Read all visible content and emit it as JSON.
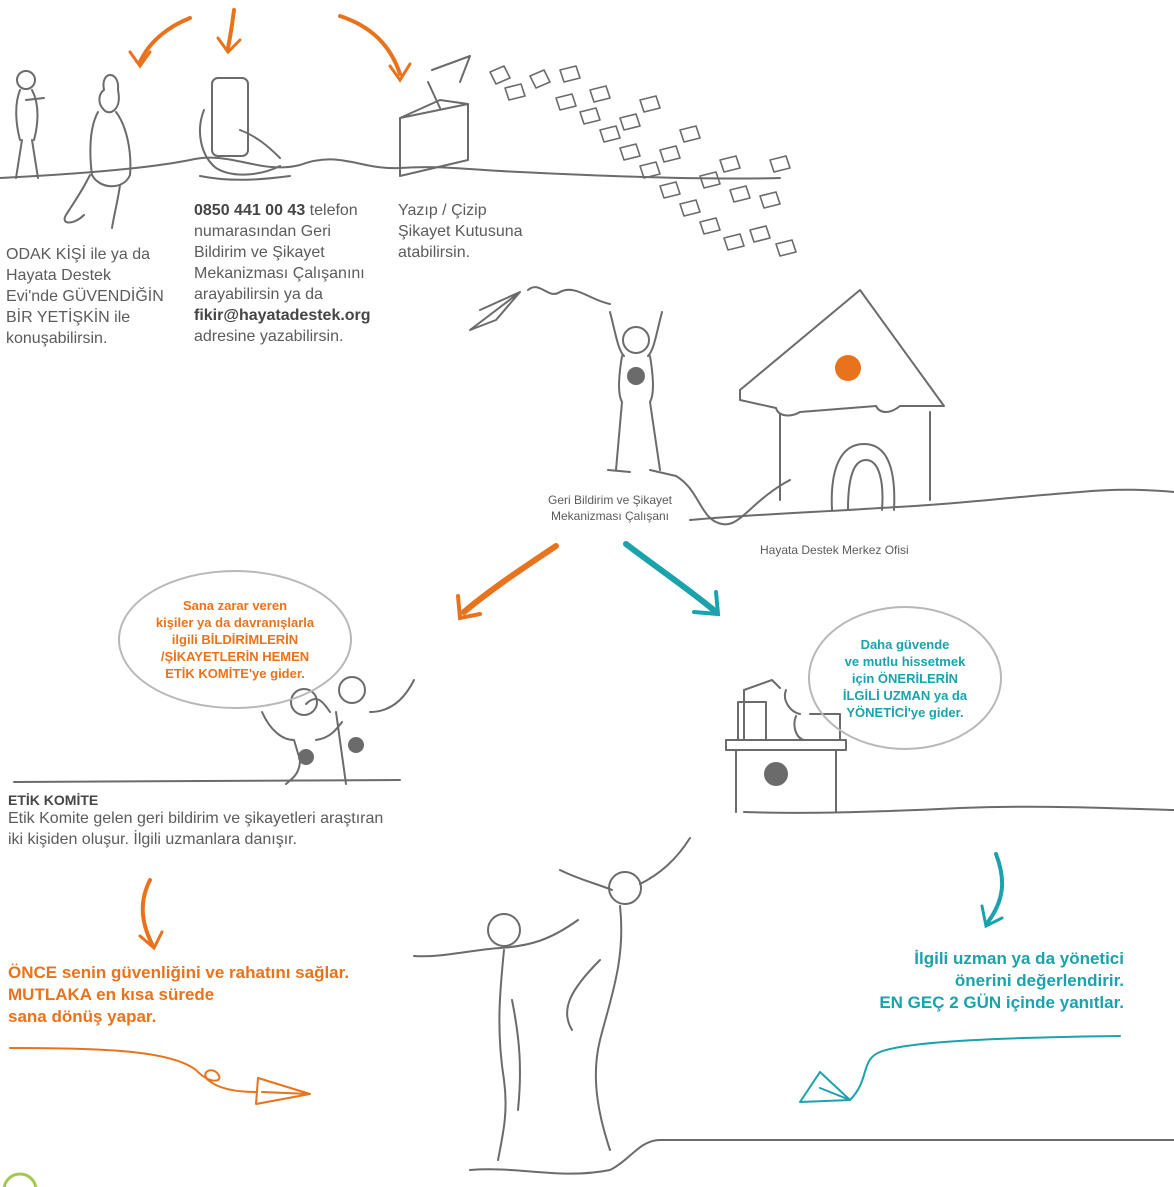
{
  "colors": {
    "orange": "#e8731c",
    "teal": "#1aa2ad",
    "line": "#6b6b6b"
  },
  "step_talk": {
    "lines": [
      "ODAK KİŞİ ile ya da",
      "Hayata Destek",
      "Evi'nde GÜVENDİĞİN",
      "BİR YETİŞKİN ile",
      "konuşabilirsin."
    ]
  },
  "step_phone": {
    "phone": "0850 441 00 43",
    "lines_a": [
      " telefon",
      "numarasından Geri",
      "Bildirim ve Şikayet",
      "Mekanizması Çalışanını",
      "arayabilirsin ya da"
    ],
    "email": "fikir@hayatadestek.org",
    "line_b": "adresine yazabilirsin."
  },
  "step_box": {
    "lines": [
      "Yazıp / Çizip",
      "Şikayet Kutusuna",
      "atabilirsin."
    ]
  },
  "worker_caption": {
    "lines": [
      "Geri Bildirim ve Şikayet",
      "Mekanizması Çalışanı"
    ]
  },
  "office_caption": "Hayata Destek Merkez Ofisi",
  "committee_bubble": {
    "lines": [
      "Sana zarar veren",
      "kişiler ya da davranışlarla",
      "ilgili BİLDİRİMLERİN",
      "/ŞİKAYETLERİN HEMEN",
      "ETİK KOMİTE'ye gider."
    ]
  },
  "expert_bubble": {
    "lines": [
      "Daha güvende",
      "ve mutlu hissetmek",
      "için ÖNERİLERİN",
      "İLGİLİ UZMAN ya da",
      "YÖNETİCİ'ye gider."
    ]
  },
  "committee_info": {
    "title": "ETİK KOMİTE",
    "lines": [
      "Etik Komite gelen geri bildirim ve şikayetleri araştıran",
      "iki kişiden oluşur. İlgili uzmanlara danışır."
    ]
  },
  "committee_result": {
    "lines": [
      "ÖNCE senin güvenliğini ve rahatını sağlar.",
      "MUTLAKA en kısa sürede",
      "sana dönüş yapar."
    ]
  },
  "expert_result": {
    "lines": [
      "İlgili uzman ya da yönetici",
      "önerini değerlendirir.",
      "EN GEÇ 2 GÜN içinde yanıtlar."
    ]
  }
}
